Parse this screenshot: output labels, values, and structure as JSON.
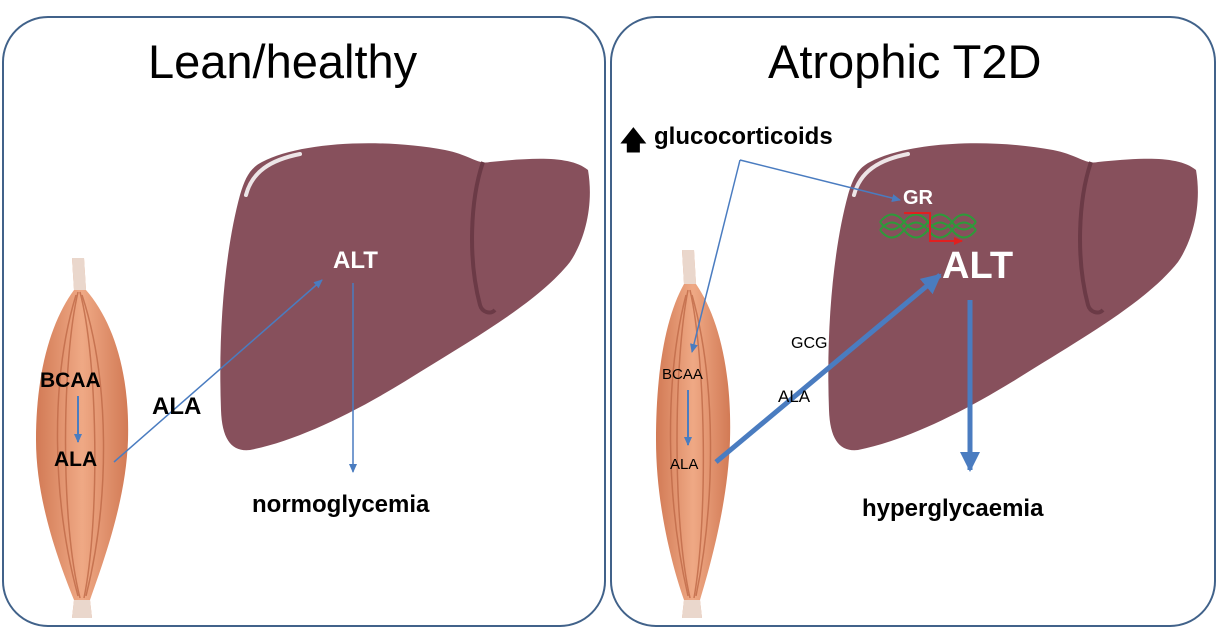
{
  "panels": {
    "left": {
      "title": "Lean/healthy",
      "muscle_top": "BCAA",
      "muscle_bottom": "ALA",
      "ala_label": "ALA",
      "liver_enzyme": "ALT",
      "outcome": "normoglycemia"
    },
    "right": {
      "title": "Atrophic T2D",
      "stress_arrow": "🡅",
      "stress_label": "glucocorticoids",
      "receptor": "GR",
      "muscle_top": "BCAA",
      "muscle_bottom": "ALA",
      "ala_label": "ALA",
      "gcg_label": "GCG",
      "liver_enzyme": "ALT",
      "outcome": "hyperglycaemia"
    }
  },
  "colors": {
    "panel_border": "#41628a",
    "liver": "#87505c",
    "muscle": "#e4956f",
    "arrow": "#4a7cc0",
    "dna": "#2e9a3a",
    "transcription_arrow": "#e02020"
  }
}
